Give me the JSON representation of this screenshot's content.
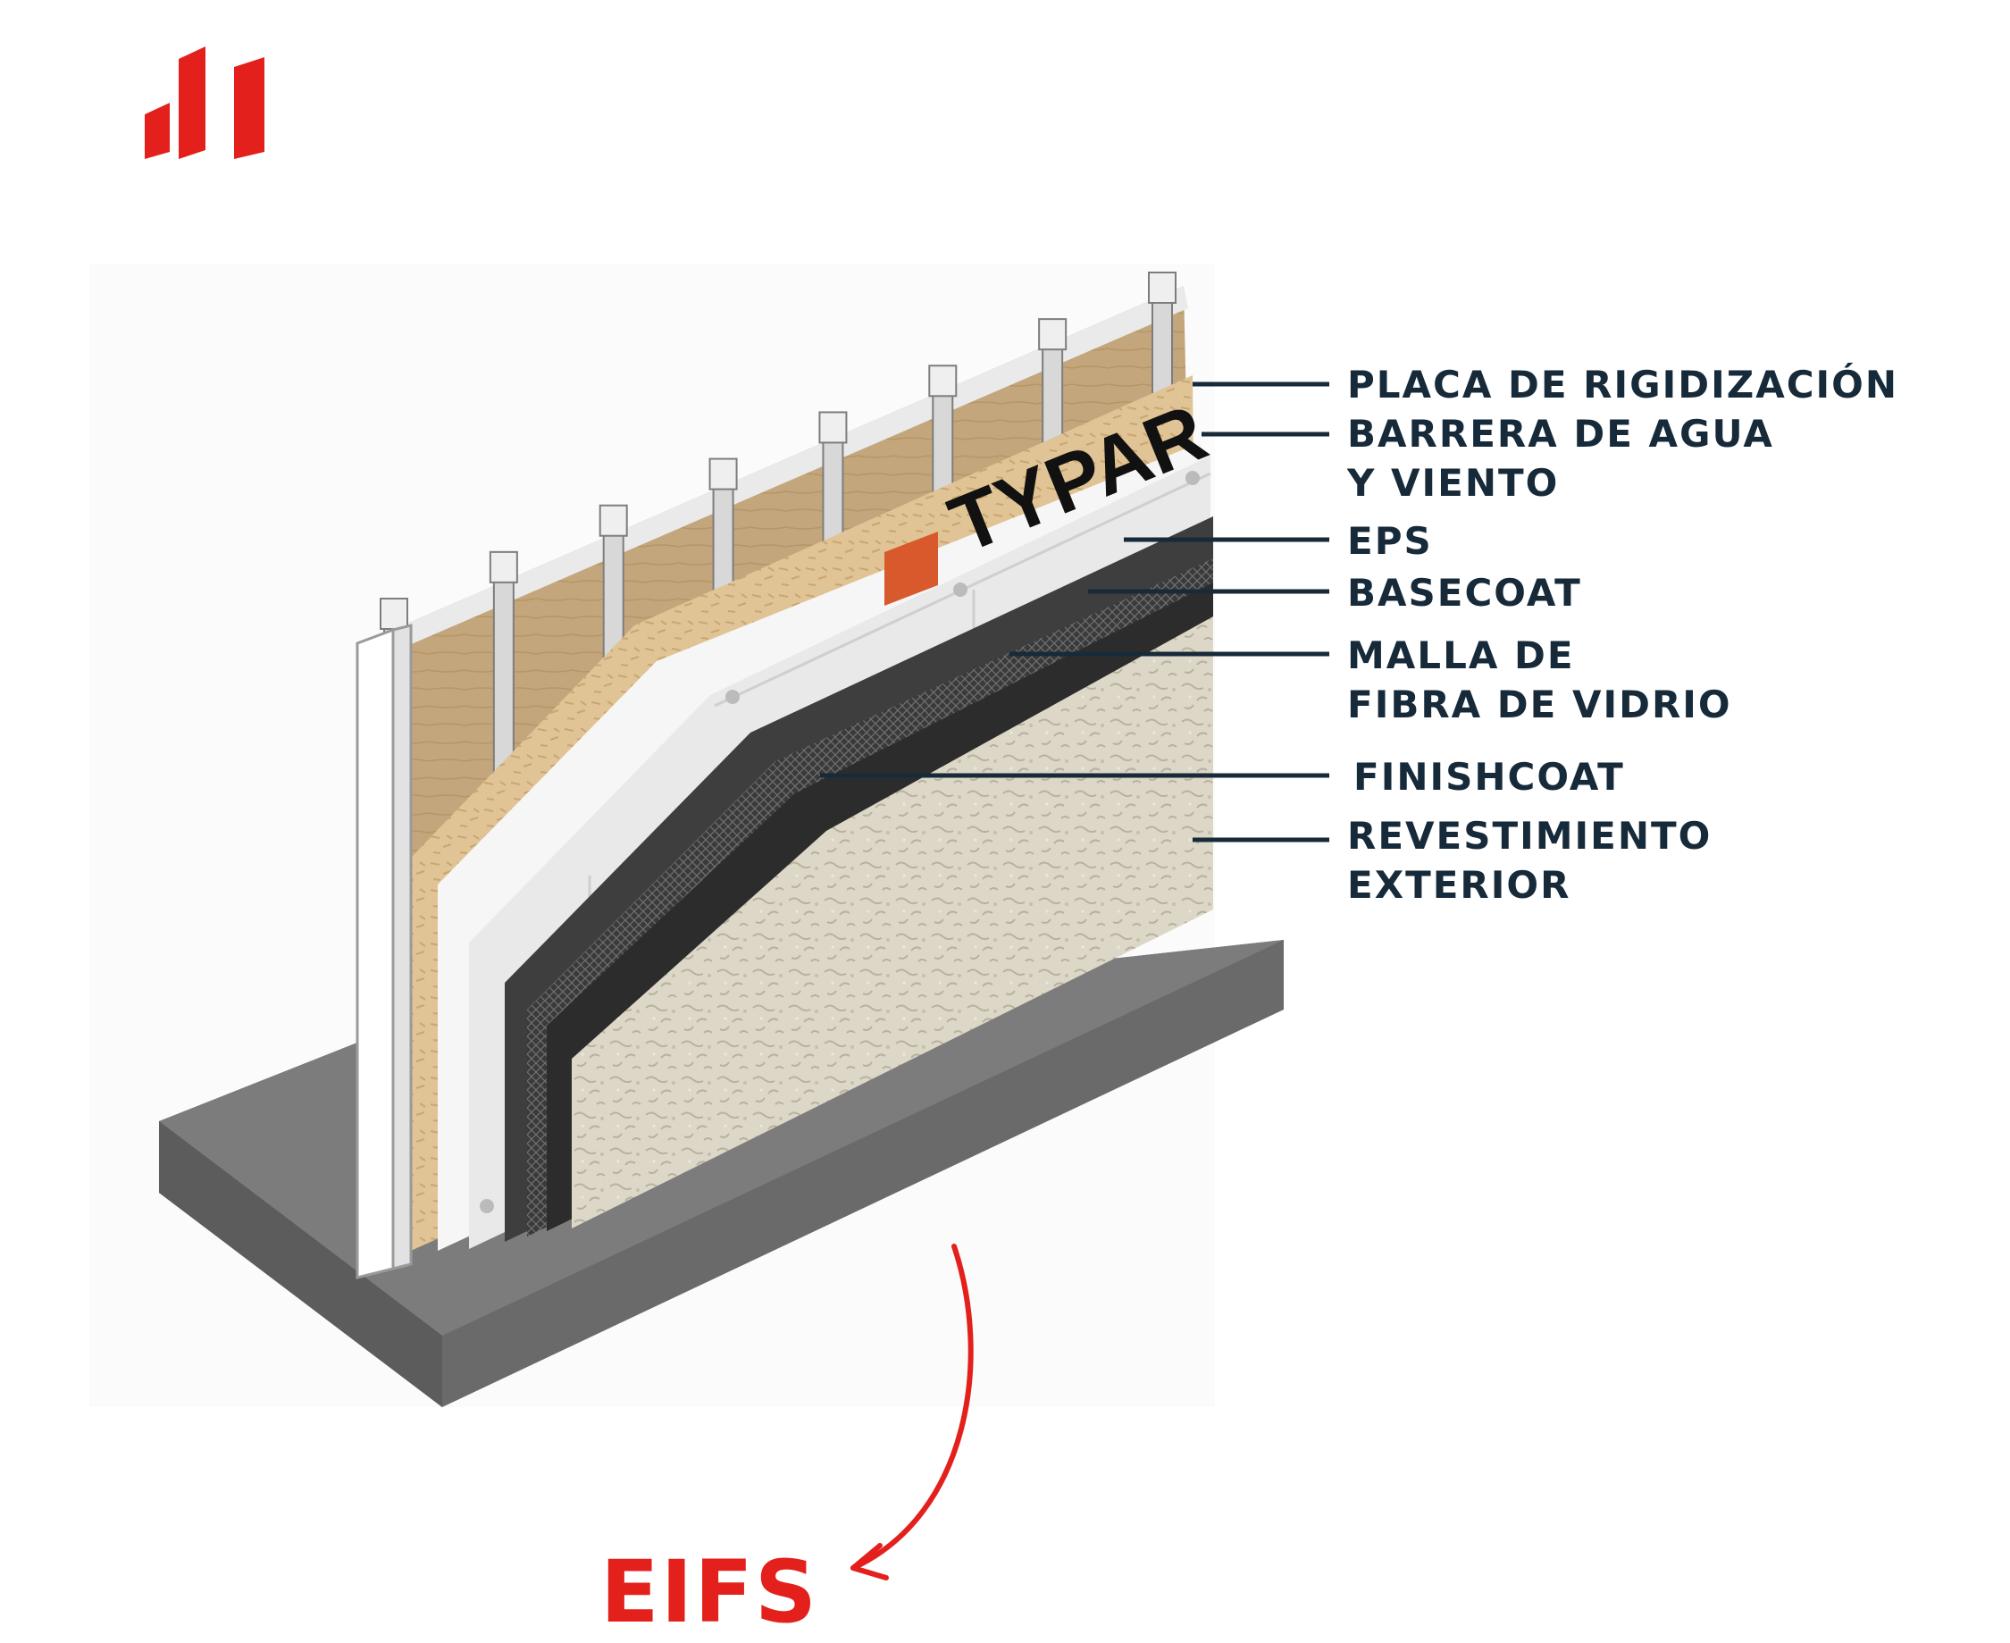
{
  "colors": {
    "brand_red": "#e3201b",
    "label_navy": "#172a3a",
    "wood": "#c4a67c",
    "osb": "#e1c495",
    "eps": "#eeeeee",
    "basecoat": "#3e3e3e",
    "finish": "#dcd7c6",
    "concrete": "#767676"
  },
  "logo": {
    "icon": "brand-bars-icon"
  },
  "labels": [
    {
      "id": "placa",
      "lines": [
        "PLACA DE RIGIDIZACIÓN"
      ]
    },
    {
      "id": "barrera",
      "lines": [
        "BARRERA DE AGUA",
        "Y VIENTO"
      ]
    },
    {
      "id": "eps",
      "lines": [
        "EPS"
      ]
    },
    {
      "id": "basecoat",
      "lines": [
        "BASECOAT"
      ]
    },
    {
      "id": "malla",
      "lines": [
        "MALLA DE",
        "FIBRA DE VIDRIO"
      ]
    },
    {
      "id": "finish",
      "lines": [
        "FINISHCOAT"
      ]
    },
    {
      "id": "revest",
      "lines": [
        "REVESTIMIENTO",
        "EXTERIOR"
      ]
    }
  ],
  "title": "EIFS",
  "arrow_icon": "curved-arrow-icon"
}
